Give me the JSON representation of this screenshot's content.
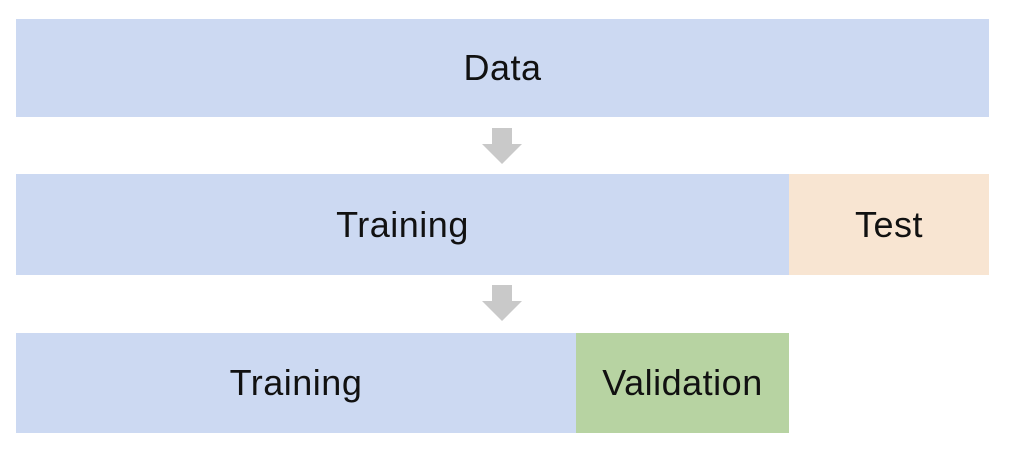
{
  "colors": {
    "background": "#ffffff",
    "training_fill": "#ccd9f2",
    "test_fill": "#f8e5d2",
    "validation_fill": "#b7d3a2",
    "arrow_gray": "#c9c9c9",
    "label_text": "#111111"
  },
  "diagram": {
    "type": "dataset-split-flow",
    "row_data": {
      "label": "Data"
    },
    "row_train_test": {
      "training_label": "Training",
      "test_label": "Test"
    },
    "row_train_validation": {
      "training_label": "Training",
      "validation_label": "Validation"
    },
    "arrows": {
      "direction": "down",
      "count": 2
    }
  }
}
